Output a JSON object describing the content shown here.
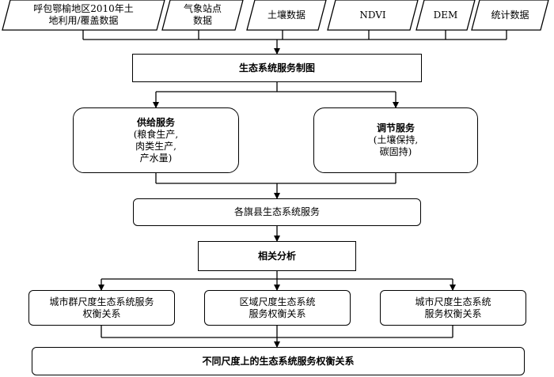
{
  "inputs": [
    {
      "line1": "呼包鄂榆地区2010年土",
      "line2": "地利用/覆盖数据"
    },
    {
      "line1": "气象站点",
      "line2": "数据"
    },
    {
      "line1": "土壤数据",
      "line2": ""
    },
    {
      "line1": "NDVI",
      "line2": ""
    },
    {
      "line1": "DEM",
      "line2": ""
    },
    {
      "line1": "统计数据",
      "line2": ""
    }
  ],
  "mapping": {
    "label": "生态系统服务制图"
  },
  "supply": {
    "title": "供给服务",
    "lines": [
      "(粮食生产,",
      "肉类生产,",
      "产水量)"
    ]
  },
  "regulating": {
    "title": "调节服务",
    "lines": [
      "(土壤保持,",
      "碳固持)"
    ]
  },
  "county": {
    "label": "各旗县生态系统服务"
  },
  "correlation": {
    "label": "相关分析"
  },
  "scales": [
    {
      "line1": "城市群尺度生态系统服务",
      "line2": "权衡关系"
    },
    {
      "line1": "区域尺度生态系统",
      "line2": "服务权衡关系"
    },
    {
      "line1": "城市尺度生态系统",
      "line2": "服务权衡关系"
    }
  ],
  "result": {
    "label": "不同尺度上的生态系统服务权衡关系"
  },
  "colors": {
    "stroke": "#000000",
    "fill": "#ffffff"
  }
}
